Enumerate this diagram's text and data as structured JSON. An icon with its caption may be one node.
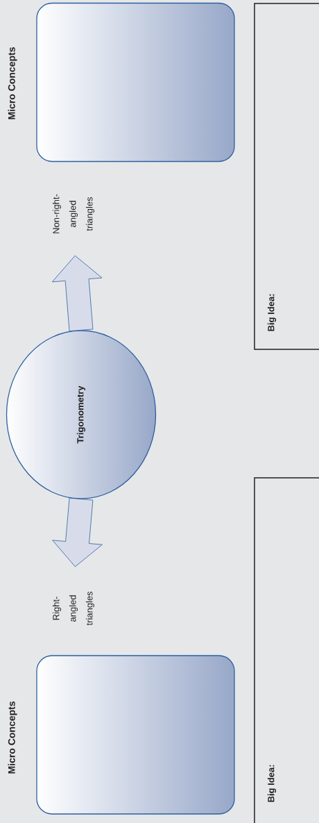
{
  "diagram": {
    "nodes": [
      {
        "text": [
          "Micro Concepts"
        ]
      },
      {
        "text": [
          "Right-angled triangles"
        ]
      },
      {
        "text": [
          "Trigonometry"
        ]
      },
      {
        "text": [
          "Non-right-angled triangles"
        ]
      },
      {
        "text": [
          "Micro Concepts"
        ]
      },
      {
        "text": [
          "Big Idea:"
        ]
      },
      {
        "text": [
          "Big Idea:"
        ]
      }
    ],
    "edges": [
      {
        "from": 2,
        "to": 1,
        "arrow": "to"
      },
      {
        "from": 2,
        "to": 3,
        "arrow": "to"
      }
    ]
  }
}
